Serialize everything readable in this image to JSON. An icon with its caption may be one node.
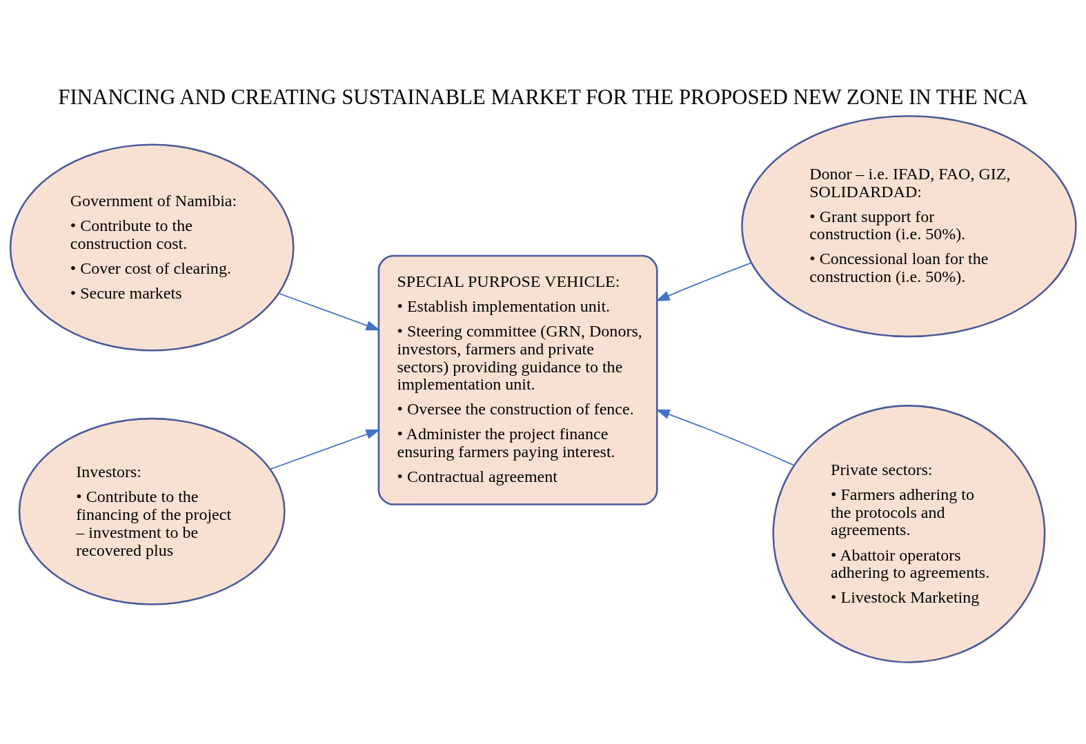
{
  "diagram": {
    "title": "FINANCING AND CREATING SUSTAINABLE MARKET FOR THE PROPOSED NEW ZONE IN THE NCA",
    "nodes": [
      {
        "text": [
          "Government of Namibia:",
          "• Contribute to the construction cost.",
          "• Cover cost of clearing.",
          "• Secure markets"
        ]
      },
      {
        "text": [
          "Donor – i.e. IFAD, FAO, GIZ, SOLIDARDAD:",
          "• Grant support for construction (i.e. 50%).",
          "• Concessional loan for the construction (i.e. 50%)."
        ]
      },
      {
        "text": [
          "SPECIAL PURPOSE VEHICLE:",
          "• Establish implementation unit.",
          "• Steering committee (GRN, Donors, investors, farmers and private sectors) providing guidance to the implementation unit.",
          "• Oversee the construction of fence.",
          "• Administer the project finance ensuring farmers paying interest.",
          "• Contractual agreement"
        ]
      },
      {
        "text": [
          "Investors:",
          "• Contribute to the financing of the project – investment to be recovered plus"
        ]
      },
      {
        "text": [
          "Private sectors:",
          "• Farmers adhering to the protocols and agreements.",
          "• Abattoir operators adhering to agreements.",
          "• Livestock Marketing"
        ]
      }
    ],
    "edges": [
      {
        "from": 0,
        "to": 2,
        "arrow": "to"
      },
      {
        "from": 1,
        "to": 2,
        "arrow": "to"
      },
      {
        "from": 3,
        "to": 2,
        "arrow": "to"
      },
      {
        "from": 4,
        "to": 2,
        "arrow": "to"
      }
    ]
  }
}
